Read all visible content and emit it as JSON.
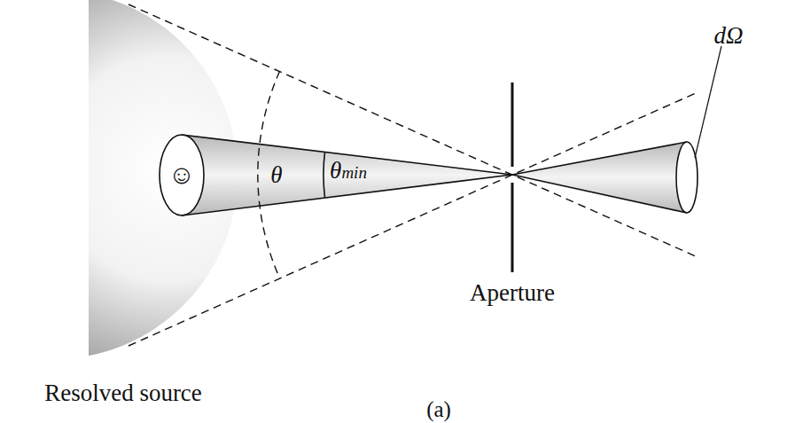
{
  "diagram": {
    "labels": [
      "☺",
      "θ",
      "θmin",
      "dΩ",
      "Aperture",
      "Resolved source",
      "(a)"
    ]
  }
}
